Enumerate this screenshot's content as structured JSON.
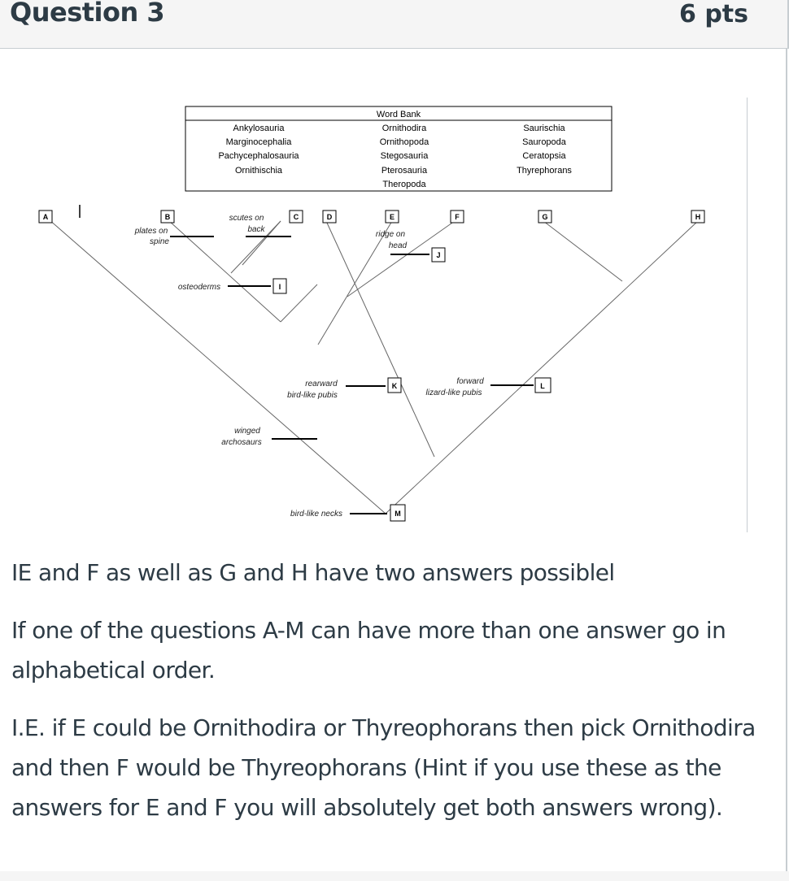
{
  "question": {
    "title": "Question 3",
    "points": "6 pts"
  },
  "word_bank": {
    "heading": "Word Bank",
    "col1": [
      "Ankylosauria",
      "Marginocephalia",
      "Pachycephalosauria",
      "Ornithischia"
    ],
    "col2": [
      "Ornithodira",
      "Ornithopoda",
      "Stegosauria",
      "Pterosauria",
      "Theropoda"
    ],
    "col3": [
      "Saurischia",
      "Sauropoda",
      "Ceratopsia",
      "Thyrephorans"
    ]
  },
  "boxes": {
    "A": "A",
    "B": "B",
    "C": "C",
    "D": "D",
    "E": "E",
    "F": "F",
    "G": "G",
    "H": "H",
    "I": "I",
    "J": "J",
    "K": "K",
    "L": "L",
    "M": "M"
  },
  "traits": {
    "plates_line1": "plates on",
    "plates_line2": "spine",
    "scutes_line1": "scutes on",
    "scutes_line2": "back",
    "osteoderms": "osteoderms",
    "ridge_line1": "ridge on",
    "ridge_line2": "head",
    "rearward_line1": "rearward",
    "rearward_line2": "bird-like pubis",
    "forward_line1": "forward",
    "forward_line2": "lizard-like pubis",
    "winged_line1": "winged",
    "winged_line2": "archosaurs",
    "necks": "bird-like necks"
  },
  "paragraphs": {
    "p1": "IE and F as well as G and H have two answers possiblel",
    "p2": "If one of the questions A-M can have more than one answer go in alphabetical order.",
    "p3": "I.E. if E could be Ornithodira or Thyreophorans then pick Ornithodira and then F would be Thyreophorans (Hint if you use these as the answers for E and F you will absolutely get both answers wrong)."
  }
}
